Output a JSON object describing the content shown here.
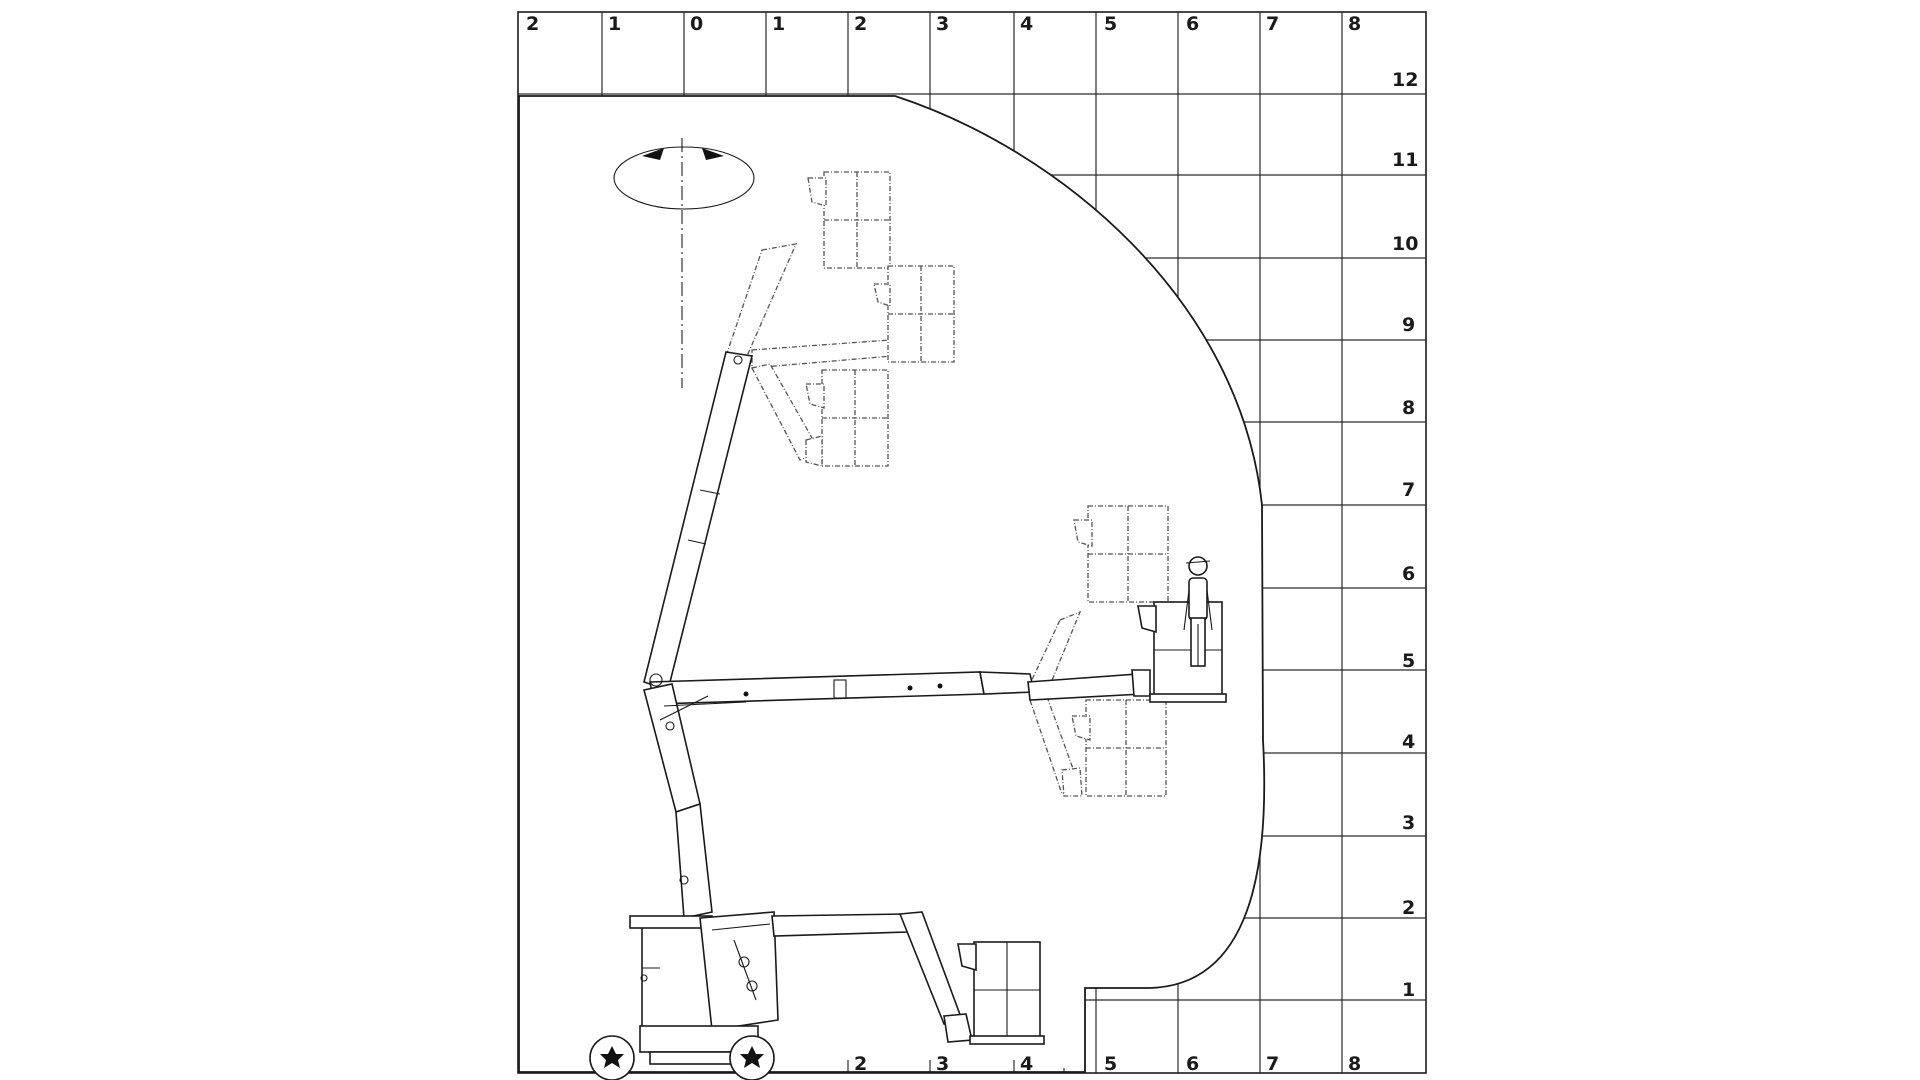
{
  "top_axis_labels": [
    "2",
    "1",
    "0",
    "1",
    "2",
    "3",
    "4",
    "5",
    "6",
    "7",
    "8"
  ],
  "bottom_axis_labels": [
    "2",
    "3",
    "4",
    "5",
    "6",
    "7",
    "8"
  ],
  "height_labels": [
    "12",
    "11",
    "10",
    "9",
    "8",
    "7",
    "6",
    "5",
    "4",
    "3",
    "2",
    "1"
  ],
  "icons": {
    "rotation": "rotation-arrows-icon",
    "operator": "operator-figure-icon"
  }
}
